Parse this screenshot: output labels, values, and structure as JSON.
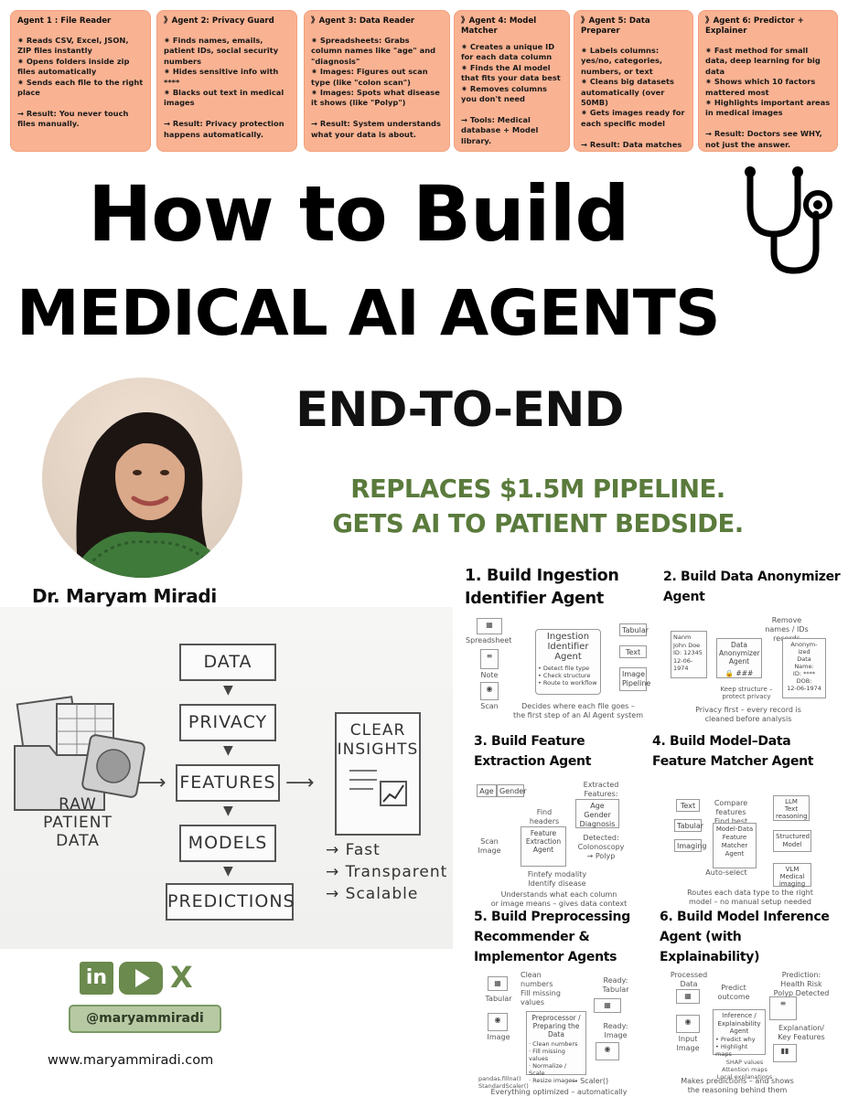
{
  "agents": [
    {
      "title": "Agent 1 : File Reader",
      "body": "✷ Reads CSV, Excel, JSON, ZIP files instantly\n✷ Opens folders inside zip files automatically\n✷ Sends each file to the right place\n\n→ Result: You never touch files manually."
    },
    {
      "title": "》Agent 2: Privacy Guard",
      "body": "✷ Finds names, emails, patient IDs, social security numbers\n✷ Hides sensitive info with ****\n✷ Blacks out text in medical images\n\n→ Result: Privacy protection happens automatically."
    },
    {
      "title": "》Agent 3: Data Reader",
      "body": "✷ Spreadsheets: Grabs column names like \"age\" and \"diagnosis\"\n✷ Images: Figures out scan type (like \"colon scan\")\n✷ Images: Spots what disease it shows (like \"Polyp\")\n\n→ Result: System understands what your data is about."
    },
    {
      "title": "》Agent 4: Model Matcher",
      "body": "✷ Creates a unique ID for each data column\n✷ Finds the AI model that fits your data best\n✷ Removes columns you don't need\n\n→ Tools: Medical database + Model library."
    },
    {
      "title": "》Agent 5: Data Preparer",
      "body": "✷ Labels columns: yes/no, categories, numbers, or text\n✷ Cleans big datasets automatically (over 50MB)\n✷ Gets images ready for each specific model\n\n→ Result: Data matches model perfectly."
    },
    {
      "title": "》Agent 6: Predictor + Explainer",
      "body": "✷ Fast method for small data, deep learning for big data\n✷ Shows which 10 factors mattered most\n✷ Highlights important areas in medical images\n\n→ Result: Doctors see WHY, not just the answer."
    }
  ],
  "headline": {
    "line1": "How to Build",
    "line2": "MEDICAL AI AGENTS",
    "line3": "END-TO-END",
    "sub1": "REPLACES $1.5M PIPELINE.",
    "sub2": "GETS AI TO PATIENT BEDSIDE."
  },
  "author": "Dr. Maryam Miradi",
  "sketch": {
    "stages": [
      "DATA",
      "PRIVACY",
      "FEATURES",
      "MODELS",
      "PREDICTIONS"
    ],
    "input": "RAW\nPATIENT\nDATA",
    "output": "CLEAR\nINSIGHTS",
    "benefits": [
      "→ Fast",
      "→ Transparent",
      "→ Scalable"
    ]
  },
  "social": {
    "handle": "@maryammiradi",
    "website": "www.maryammiradi.com",
    "in": "in",
    "x": "X"
  },
  "steps": [
    {
      "title": "1. Build Ingestion Identifier Agent",
      "labels": [
        "Spreadsheet",
        "Note",
        "Scan",
        "Ingestion Identifier Agent",
        "• Detect file type\n• Check structure\n• Route to workflow",
        "Tabular",
        "Text",
        "Image Pipeline"
      ],
      "caption": "Decides where each file goes –\nthe first step of an AI Agent system"
    },
    {
      "title": "2. Build Data Anonymizer Agent",
      "labels": [
        "Nanm\nJohn Doe\nID: 12345\n12-06-1974",
        "Data Anonymizer Agent",
        "Remove\nnames / IDs records",
        "Anonym-\nized\nData\nName:\nID: ****\nDOB:\n12-06-1974",
        "Keep structure –\nprotect privacy"
      ],
      "caption": "Privacy first – every record is\ncleaned before analysis"
    },
    {
      "title": "3. Build Feature Extraction Agent",
      "labels": [
        "Age",
        "Gender",
        "Find headers",
        "Feature Extraction Agent",
        "Extracted Features:",
        "Age\nGender\nDiagnosis",
        "Scan Image",
        "Detected:\nColonoscopy\n→ Polyp",
        "Fintefy modality\nIdentify disease"
      ],
      "caption": "Understands what each column\nor image means – gives data context"
    },
    {
      "title": "4. Build Model–Data Feature Matcher Agent",
      "labels": [
        "Text",
        "Tabular",
        "Imaging",
        "Compare features\nFind best model",
        "Model-Data Feature Matcher Agent",
        "Auto-select",
        "LLM\nText reasoning",
        "Structured\nModel",
        "VLM\nMedical imaging"
      ],
      "caption": "Routes each data type to the right\nmodel – no manual setup needed"
    },
    {
      "title": "5. Build Preprocessing Recommender & Implementor Agents",
      "labels": [
        "Tabular",
        "Clean numbers\nFill missing values",
        "Image",
        "Preprocessor / Preparing the Data",
        "· Clean numbers\n· Fill missing values\n· Normalize / Scale\n· Resize images",
        "Ready:\nTabular",
        "Ready:\nImage",
        "pandas.fillna()\nStandardScaler()",
        "→ Scaler()"
      ],
      "caption": "Everything optimized – automatically"
    },
    {
      "title": "6. Build Model Inference Agent (with Explainability)",
      "labels": [
        "Processed Data",
        "Predict outcome",
        "Prediction:\nHealth Risk\nPolyp Detected",
        "Input Image",
        "Inference / Explainability Agent",
        "• Predict why\n• Highlight maps",
        "Explanation/\nKey Features",
        "SHAP values\nAttention maps\nLocal explanations"
      ],
      "caption": "Makes predictions – and shows\nthe reasoning behind them"
    }
  ]
}
